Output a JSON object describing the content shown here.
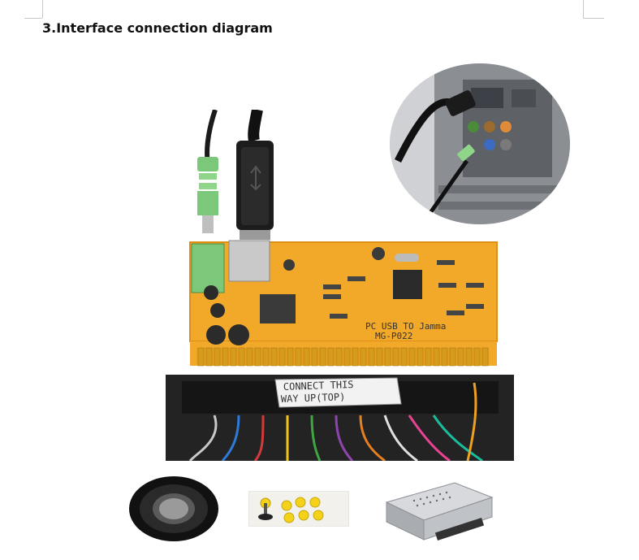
{
  "page": {
    "heading": "3.Interface connection diagram"
  },
  "pcb": {
    "silkscreen_line1": "PC USB TO Jamma",
    "silkscreen_line2": "MG-P022"
  },
  "harness": {
    "tag_line1": "CONNECT THIS",
    "tag_line2": "WAY UP(TOP)"
  },
  "palette": {
    "pcb": "#f2a92a",
    "pcb_edge": "#e08e14",
    "gold_finger": "#d79b1c",
    "audio_plug": "#7cc87a",
    "usb_plug": "#1c1c1c",
    "computer_case": "#8b8e93",
    "button_yellow": "#f4d21a"
  },
  "icons": {
    "audio_cable": "green-audio-plug-icon",
    "usb_cable": "usb-b-plug-icon",
    "computer": "pc-rear-panel-icon",
    "speaker": "speaker-icon",
    "control_panel": "arcade-control-panel-icon",
    "power_supply": "power-supply-icon"
  }
}
